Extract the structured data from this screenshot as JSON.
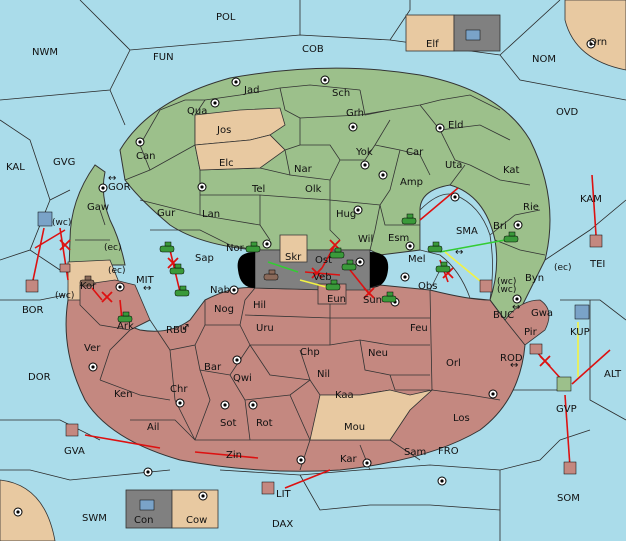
{
  "colors": {
    "sea": "#aadcea",
    "green": "#9cc08b",
    "red": "#c48880",
    "neutral": "#e8c9a1",
    "grey": "#808080",
    "order_red": "#dd1111",
    "order_yellow": "#f2f244",
    "order_green": "#33cc33"
  },
  "map": {
    "sea_regions": [
      "POL",
      "NWM",
      "FUN",
      "COB",
      "NOM",
      "OVD",
      "KAL",
      "GVG",
      "GOR",
      "KAM",
      "SMA",
      "MIT",
      "RBU",
      "BUC",
      "ROD",
      "ALT",
      "DOR",
      "BOR",
      "TEI",
      "KUP",
      "GVP",
      "GVA",
      "FRO",
      "SOM",
      "LIT",
      "SWM",
      "DAX"
    ],
    "green_regions": [
      "Jad",
      "Sch",
      "Qua",
      "Can",
      "Grh",
      "Eld",
      "Yok",
      "Car",
      "Nar",
      "Tel",
      "Olk",
      "Uta",
      "Kat",
      "Amp",
      "Gur",
      "Lan",
      "Hug",
      "Rie",
      "Gaw",
      "Esm",
      "Bri",
      "Nor",
      "Sap",
      "Wil",
      "Mel",
      "Byn"
    ],
    "red_regions": [
      "Nab",
      "Nog",
      "Hil",
      "Uru",
      "Feu",
      "Chp",
      "Neu",
      "Ark",
      "Ver",
      "Ken",
      "Chr",
      "Bar",
      "Qwi",
      "Nil",
      "Kaa",
      "Orl",
      "Ail",
      "Sot",
      "Rot",
      "Los",
      "Zin",
      "Kar",
      "Sam",
      "Ost",
      "Veb",
      "Eun",
      "Sun",
      "Obs",
      "Gwa",
      "Pir"
    ],
    "neutral_regions": [
      "Jos",
      "Elc",
      "Skr",
      "Mou",
      "Kor",
      "Elf",
      "Orn",
      "Con",
      "Cow"
    ],
    "coast_tags": [
      "(wc)",
      "(ec)",
      "(wc)",
      "(ec)",
      "(wc)",
      "(wc)",
      "(ec)"
    ],
    "arrow_glyph": "↔"
  }
}
